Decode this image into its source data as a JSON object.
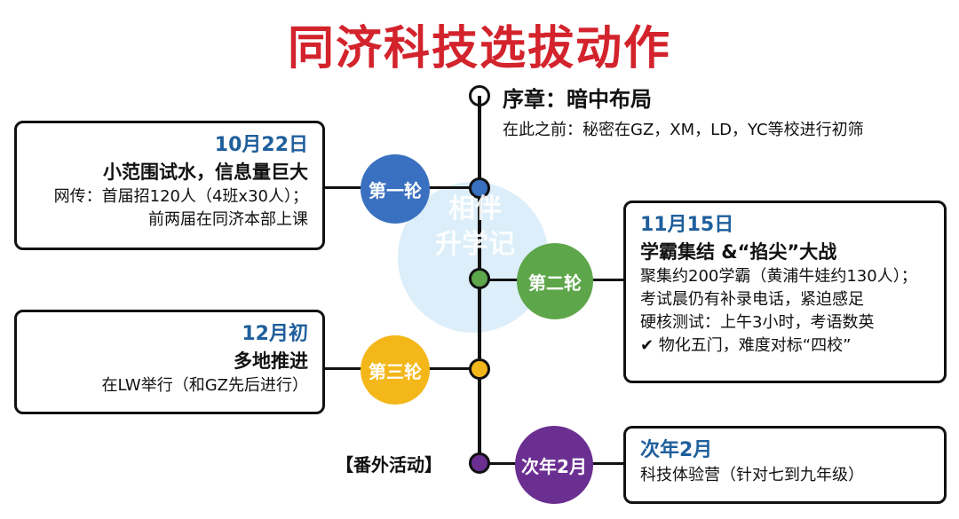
{
  "title": "同济科技选拔动作",
  "watermark": [
    "相伴",
    "升学记"
  ],
  "prologue": {
    "heading": "序章：暗中布局",
    "text": "在此之前：秘密在GZ，XM，LD，YC等校进行初筛"
  },
  "rounds": [
    {
      "label": "第一轮",
      "color": "#3a70c0",
      "date": "10月22日",
      "headline": "小范围试水，信息量巨大",
      "lines": [
        "网传：首届招120人（4班x30人）；",
        "前两届在同济本部上课"
      ]
    },
    {
      "label": "第二轮",
      "color": "#5ea64a",
      "date": "11月15日",
      "headline": "学霸集结 &“掐尖”大战",
      "lines": [
        "聚集约200学霸（黄浦牛娃约130人）；",
        "考试晨仍有补录电话，紧迫感足",
        "硬核测试：上午3小时，考语数英",
        "✔ 物化五门，难度对标“四校”"
      ]
    },
    {
      "label": "第三轮",
      "color": "#f4b71a",
      "date": "12月初",
      "headline": "多地推进",
      "lines": [
        "在LW举行（和GZ先后进行）"
      ]
    },
    {
      "label": "次年2月",
      "color": "#6b2e91",
      "date": "次年2月",
      "headline": "",
      "lines": [
        "科技体验营（针对七到九年级）"
      ]
    }
  ],
  "extra_label": "【番外活动】"
}
